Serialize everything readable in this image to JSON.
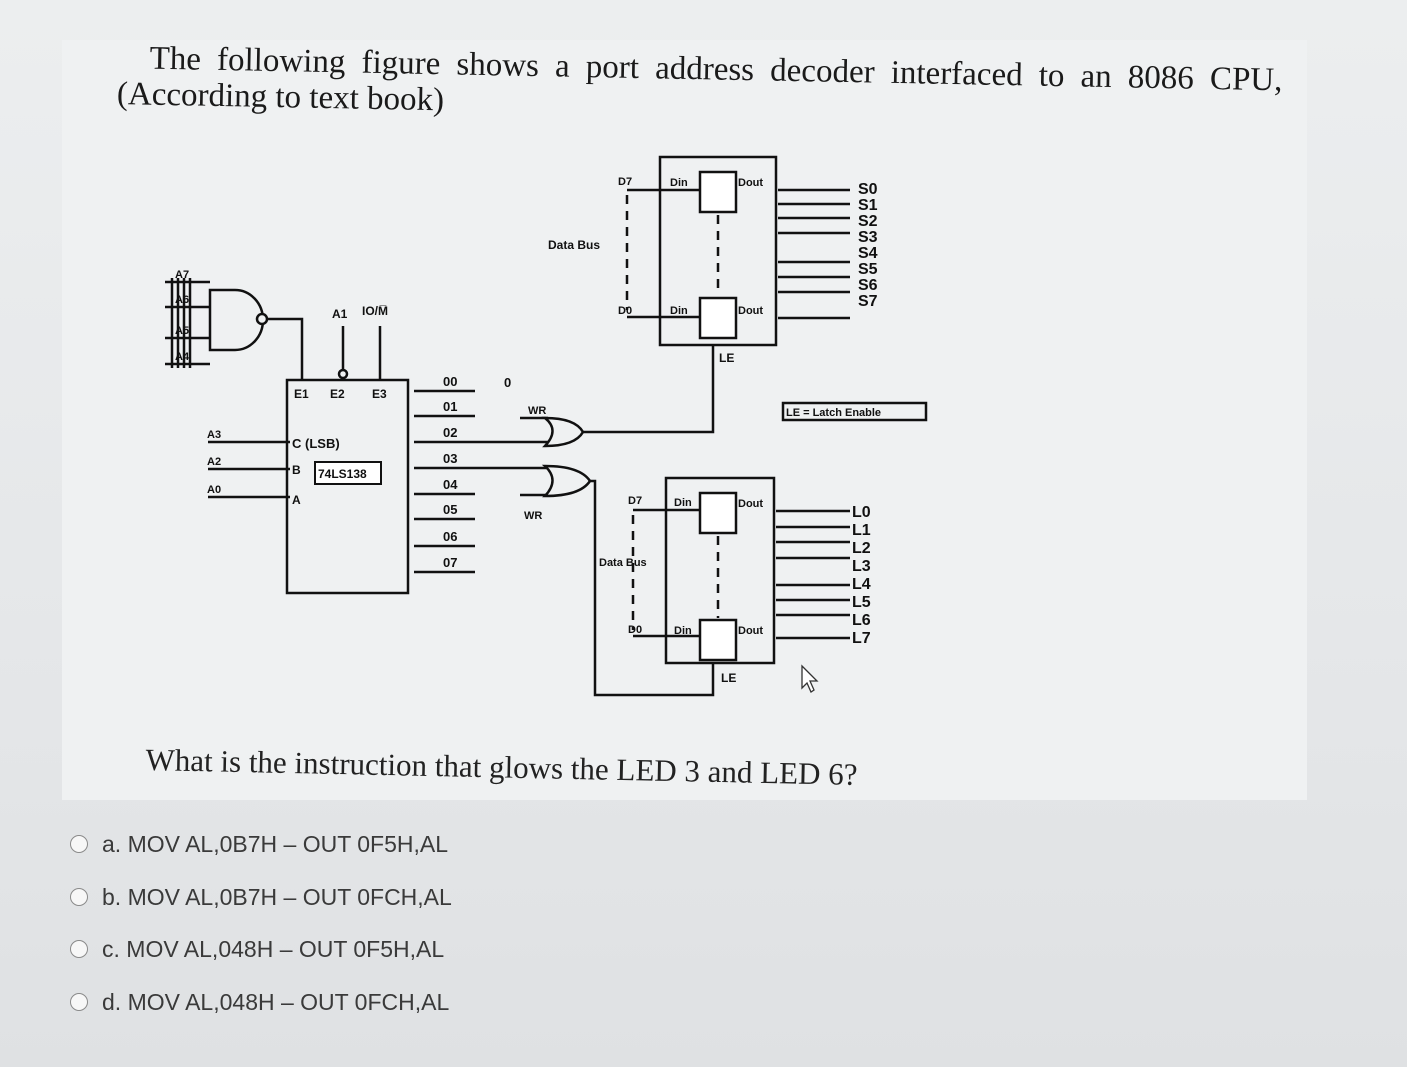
{
  "question": {
    "line1": "The following figure shows a port address decoder interfaced to an 8086 CPU,",
    "line2": "(According to text book)",
    "sub_question": "What is the instruction that glows the LED 3 and LED 6?"
  },
  "diagram": {
    "address_inputs": [
      "A7",
      "A6",
      "A5",
      "A4"
    ],
    "low_address_inputs": [
      "A3",
      "A2",
      "A0"
    ],
    "top_inputs": [
      "A1",
      "IO/M̅"
    ],
    "enables": [
      "E1",
      "E2",
      "E3"
    ],
    "selects": [
      "C (LSB)",
      "B",
      "A"
    ],
    "chip": "74LS138",
    "outputs": [
      "00",
      "01",
      "02",
      "03",
      "04",
      "05",
      "06",
      "07"
    ],
    "zero_label": "0",
    "wr": "WR",
    "data_bus": "Data Bus",
    "data_bus_lower": "Data Bus",
    "d7": "D7",
    "d0": "D0",
    "din": "Din",
    "dout": "Dout",
    "le": "LE",
    "le_note": "LE = Latch Enable",
    "switches": [
      "S0",
      "S1",
      "S2",
      "S3",
      "S4",
      "S5",
      "S6",
      "S7"
    ],
    "leds": [
      "L0",
      "L1",
      "L2",
      "L3",
      "L4",
      "L5",
      "L6",
      "L7"
    ]
  },
  "options": [
    {
      "label": "a. MOV AL,0B7H – OUT 0F5H,AL"
    },
    {
      "label": "b. MOV AL,0B7H – OUT 0FCH,AL"
    },
    {
      "label": "c. MOV AL,048H – OUT 0F5H,AL"
    },
    {
      "label": "d. MOV AL,048H – OUT 0FCH,AL"
    }
  ]
}
